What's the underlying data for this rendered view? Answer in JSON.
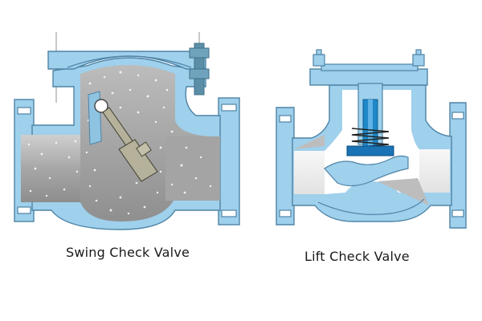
{
  "captions": {
    "swing": "Swing Check Valve",
    "lift": "Lift Check Valve"
  },
  "colors": {
    "valve_body": "#9fd0ec",
    "body_outline": "#4e84a6",
    "flow_channel": "#9a9a9a",
    "disc": "#b5b19a",
    "lift_stem": "#1e88c8",
    "lift_disc": "#1a73b5",
    "bolts": "#5b8fa8"
  },
  "icons": [
    "swing-check-valve-diagram",
    "lift-check-valve-diagram"
  ]
}
